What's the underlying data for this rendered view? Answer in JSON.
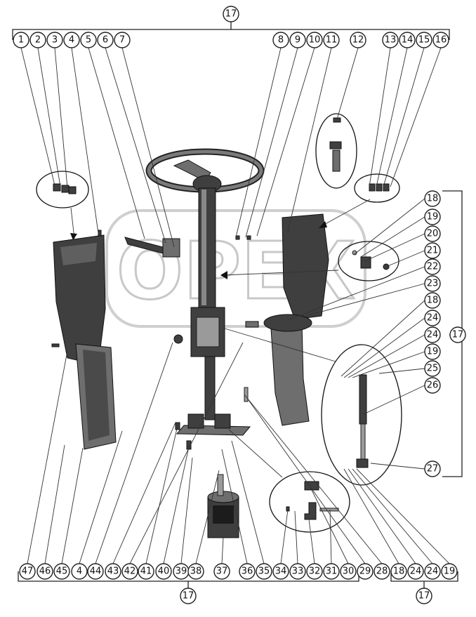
{
  "diagram": {
    "watermark": "OPEX",
    "top_bracket_label": "17",
    "bottom_bracket_left_label": "17",
    "bottom_bracket_right_label": "17",
    "right_bracket_label": "17",
    "top_callouts": [
      "1",
      "2",
      "3",
      "4",
      "5",
      "6",
      "7",
      "8",
      "9",
      "10",
      "11",
      "12",
      "13",
      "14",
      "15",
      "16"
    ],
    "right_callouts": [
      "18",
      "19",
      "20",
      "21",
      "22",
      "23",
      "18",
      "24",
      "24",
      "19",
      "25",
      "26",
      "27"
    ],
    "bottom_callouts": [
      "47",
      "46",
      "45",
      "4",
      "44",
      "43",
      "42",
      "41",
      "40",
      "39",
      "38",
      "37",
      "36",
      "35",
      "34",
      "33",
      "32",
      "31",
      "30",
      "29",
      "28",
      "18",
      "24",
      "24",
      "19"
    ]
  }
}
